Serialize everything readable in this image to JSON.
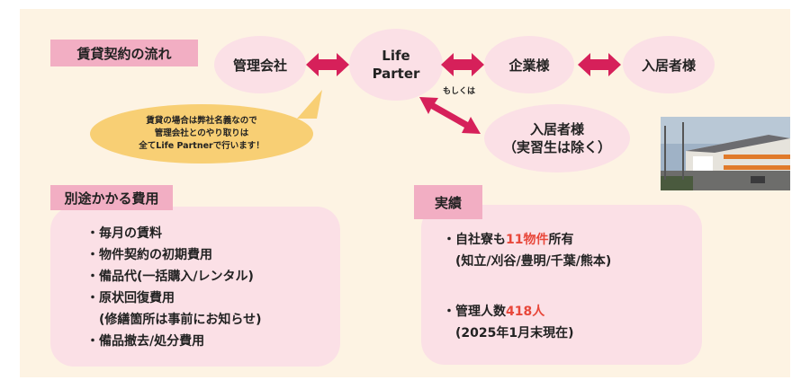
{
  "flow": {
    "title": "賃貸契約の流れ",
    "nodes": {
      "management": "管理会社",
      "life_partner_line1": "Life",
      "life_partner_line2": "Parter",
      "company": "企業様",
      "resident": "入居者様",
      "resident_alt_line1": "入居者様",
      "resident_alt_line2": "（実習生は除く）"
    },
    "or_label": "もしくは",
    "speech": {
      "line1": "賃貸の場合は弊社名義なので",
      "line2": "管理会社とのやり取りは",
      "line3": "全てLife Partnerで行います！"
    }
  },
  "costs": {
    "title": "別途かかる費用",
    "items": [
      "・毎月の賃料",
      "・物件契約の初期費用",
      "・備品代(一括購入/レンタル)",
      "・原状回復費用",
      "　(修繕箇所は事前にお知らせ)",
      "・備品撤去/処分費用"
    ]
  },
  "results": {
    "title": "実績",
    "dorm_prefix": "・自社寮も",
    "dorm_count": "11物件",
    "dorm_suffix": "所有",
    "dorm_locations": "(知立/刈谷/豊明/千葉/熊本)",
    "managed_prefix": "・管理人数",
    "managed_count": "418人",
    "managed_date": "(2025年1月末現在)"
  },
  "colors": {
    "panel_bg": "#fdf3e3",
    "label_bg": "#f2aec3",
    "ellipse_bg": "#fbe0e6",
    "speech_bg": "#f8cf74",
    "arrow": "#d6205a",
    "highlight": "#e8473a"
  }
}
